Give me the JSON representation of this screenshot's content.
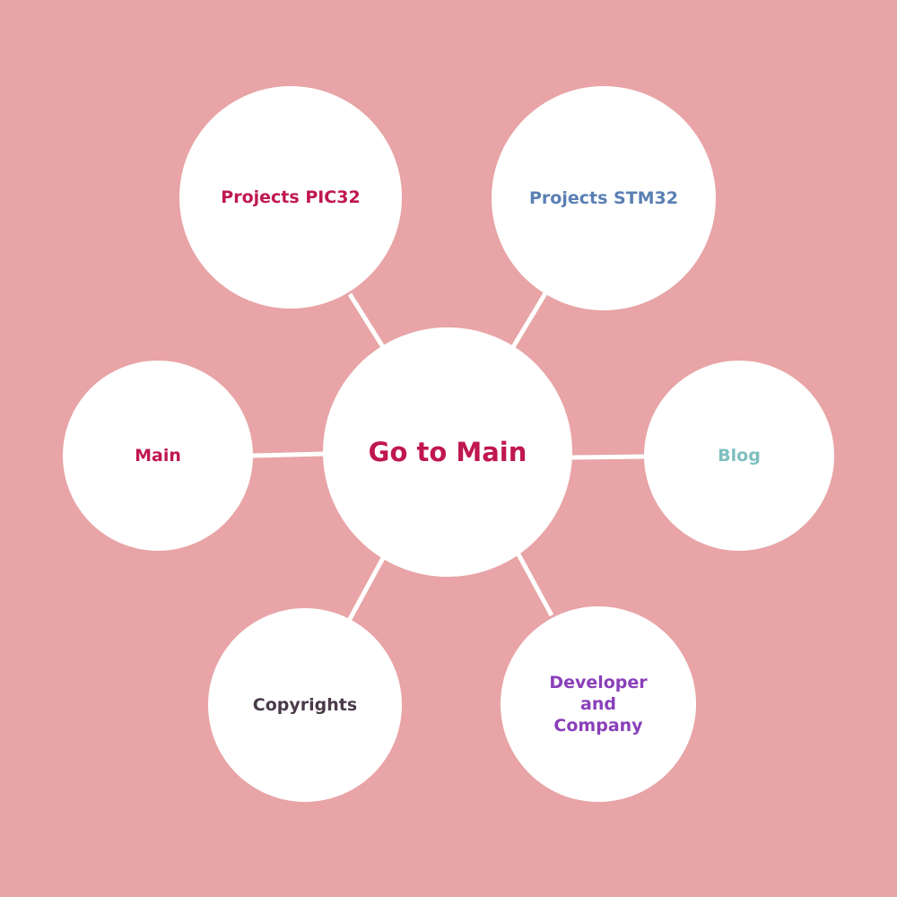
{
  "colors": {
    "background": "#e8a4a6",
    "node_fill": "#ffffff",
    "connector": "#ffffff"
  },
  "center": {
    "label": "Go to Main",
    "color": "#c0174f"
  },
  "nodes": {
    "projects_pic32": {
      "label": "Projects PIC32",
      "color": "#c0174f"
    },
    "projects_stm32": {
      "label": "Projects STM32",
      "color": "#5a7fb3"
    },
    "main": {
      "label": "Main",
      "color": "#c0174f"
    },
    "blog": {
      "label": "Blog",
      "color": "#7fbfbf"
    },
    "copyrights": {
      "label": "Copyrights",
      "color": "#4a3a4a"
    },
    "developer": {
      "label": "Developer\nand\nCompany",
      "color": "#8a3fba"
    }
  }
}
